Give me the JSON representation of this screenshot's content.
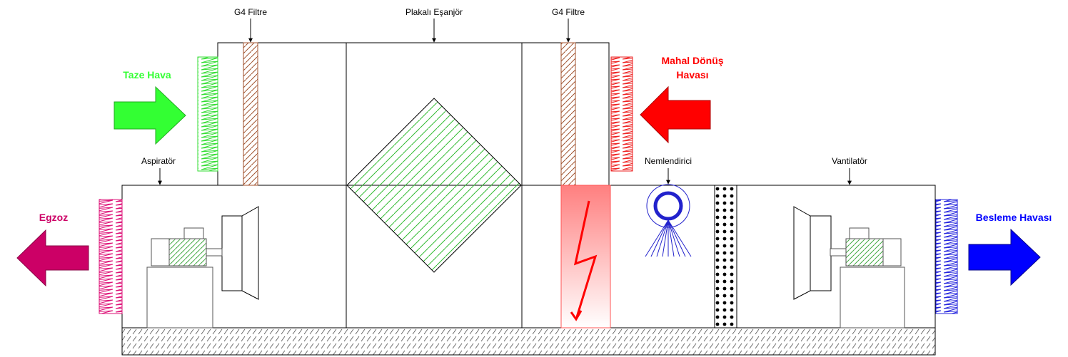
{
  "labels": {
    "filter_left": "G4 Filtre",
    "exchanger": "Plakalı Eşanjör",
    "filter_right": "G4 Filtre",
    "aspirator": "Aspiratör",
    "humidifier": "Nemlendirici",
    "fan": "Vantilatör"
  },
  "flows": {
    "fresh_air": "Taze Hava",
    "return_air_line1": "Mahal Dönüş",
    "return_air_line2": "Havası",
    "exhaust": "Egzoz",
    "supply_air": "Besleme Havası"
  },
  "colors": {
    "fresh_air": "#33ff33",
    "return_air": "#ff0000",
    "exhaust": "#cc0066",
    "supply_air": "#0000ff",
    "filter_hatch": "#a0522d",
    "exchanger_hatch": "#33aa33",
    "heater_fill": "#ff8080",
    "humidifier": "#2222cc"
  }
}
